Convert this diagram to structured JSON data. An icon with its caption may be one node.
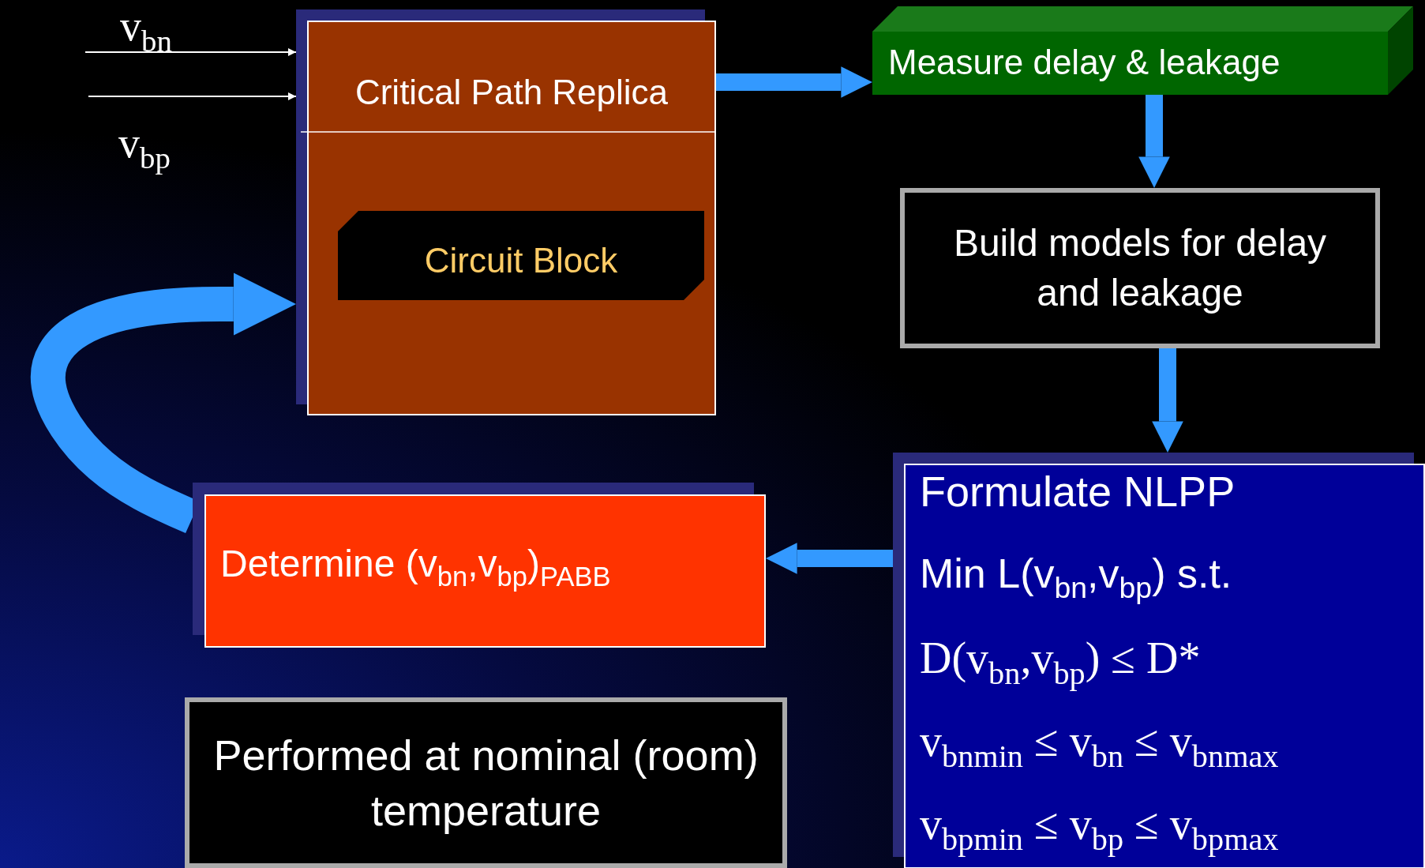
{
  "diagram": {
    "nodes": [
      {
        "text": [
          "Critical Path Replica"
        ]
      },
      {
        "text": [
          "Circuit Block"
        ],
        "in": 0
      },
      {
        "text": [
          "Measure delay & leakage"
        ]
      },
      {
        "text": [
          "Build models for delay and leakage"
        ]
      },
      {
        "text": [
          "Formulate NLPP",
          "Min L(v$_{bn}$,v$_{bp}$) s.t.",
          "D(v$_{bn}$,v$_{bp}$) ≤ D*",
          "v$_{bnmin}$ ≤ v$_{bn}$ ≤ v$_{bnmax}$",
          "v$_{bpmin}$ ≤ v$_{bp}$ ≤ v$_{bpmax}$"
        ]
      },
      {
        "text": [
          "Determine (v$_{bn}$,v$_{bp}$)$_{PABB}$"
        ]
      },
      {
        "text": [
          "Performed at nominal (room) temperature"
        ]
      }
    ],
    "edges": [
      {
        "from": 0,
        "to": 2,
        "arrow": "to"
      },
      {
        "from": 2,
        "to": 3,
        "arrow": "to"
      },
      {
        "from": 3,
        "to": 4,
        "arrow": "to"
      },
      {
        "from": 4,
        "to": 5,
        "arrow": "to"
      },
      {
        "from": 5,
        "to": 0,
        "arrow": "to",
        "style": "thick"
      },
      {
        "from": null,
        "to": 0,
        "arrow": "to",
        "color": "#ffffff"
      },
      {
        "from": null,
        "to": 0,
        "arrow": "to",
        "color": "#ffffff"
      }
    ],
    "labels": [
      "v$_{bn}$",
      "v$_{bp}$"
    ]
  }
}
